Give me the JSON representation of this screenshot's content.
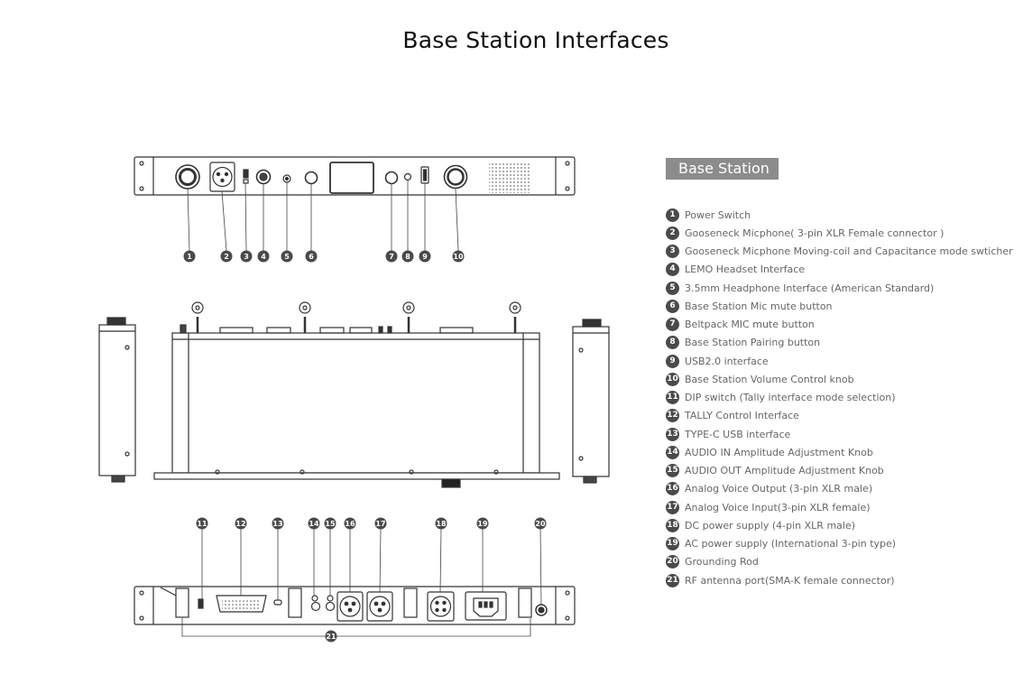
{
  "title": "Base Station Interfaces",
  "legend": {
    "heading": "Base Station",
    "items": [
      {
        "num": "1",
        "label": "Power Switch"
      },
      {
        "num": "2",
        "label": "Gooseneck Micphone( 3-pin XLR Female connector )"
      },
      {
        "num": "3",
        "label": "Gooseneck Micphone Moving-coil and Capacitance mode swticher"
      },
      {
        "num": "4",
        "label": "LEMO Headset Interface"
      },
      {
        "num": "5",
        "label": "3.5mm Headphone Interface (American Standard)"
      },
      {
        "num": "6",
        "label": "Base Station Mic mute button"
      },
      {
        "num": "7",
        "label": "Beltpack MIC mute button"
      },
      {
        "num": "8",
        "label": "Base Station Pairing button"
      },
      {
        "num": "9",
        "label": "USB2.0 interface"
      },
      {
        "num": "10",
        "label": "Base Station Volume Control knob"
      },
      {
        "num": "11",
        "label": "DIP switch (Tally interface mode selection)"
      },
      {
        "num": "12",
        "label": "TALLY Control Interface"
      },
      {
        "num": "13",
        "label": "TYPE-C USB interface"
      },
      {
        "num": "14",
        "label": "AUDIO IN Amplitude Adjustment Knob"
      },
      {
        "num": "15",
        "label": "AUDIO OUT Amplitude Adjustment Knob"
      },
      {
        "num": "16",
        "label": "Analog Voice Output (3-pin XLR male)"
      },
      {
        "num": "17",
        "label": "Analog Voice Input(3-pin XLR female)"
      },
      {
        "num": "18",
        "label": "DC power supply (4-pin XLR male)"
      },
      {
        "num": "19",
        "label": "AC power supply (International 3-pin type)"
      },
      {
        "num": "20",
        "label": "Grounding Rod"
      },
      {
        "num": "21",
        "label": "RF antenna port(SMA-K female connector)"
      }
    ]
  },
  "front_callouts": [
    "1",
    "2",
    "3",
    "4",
    "5",
    "6",
    "7",
    "8",
    "9",
    "10"
  ],
  "rear_callouts": [
    "11",
    "12",
    "13",
    "14",
    "15",
    "16",
    "17",
    "18",
    "19",
    "20"
  ],
  "antenna_callout": "21"
}
